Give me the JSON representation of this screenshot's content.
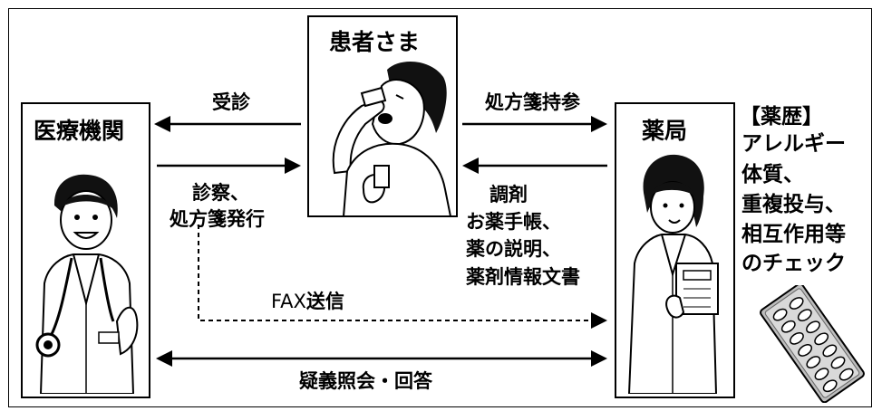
{
  "nodes": {
    "clinic": "医療機関",
    "patient": "患者さま",
    "pharmacy": "薬局"
  },
  "edges": {
    "consult": "受診",
    "prescription_bring": "処方箋持参",
    "exam_line1": "診察、",
    "exam_line2": "処方箋発行",
    "dispense_line1": "調剤",
    "dispense_line2": "お薬手帳、",
    "dispense_line3": "薬の説明、",
    "dispense_line4": "薬剤情報文書",
    "fax_prefix": "FAX",
    "fax_suffix": "送信",
    "inquiry": "疑義照会・回答"
  },
  "history": {
    "line1": "【薬歴】",
    "line2": "アレルギー",
    "line3": "体質、",
    "line4": "重複投与、",
    "line5": "相互作用等",
    "line6": "のチェック"
  }
}
